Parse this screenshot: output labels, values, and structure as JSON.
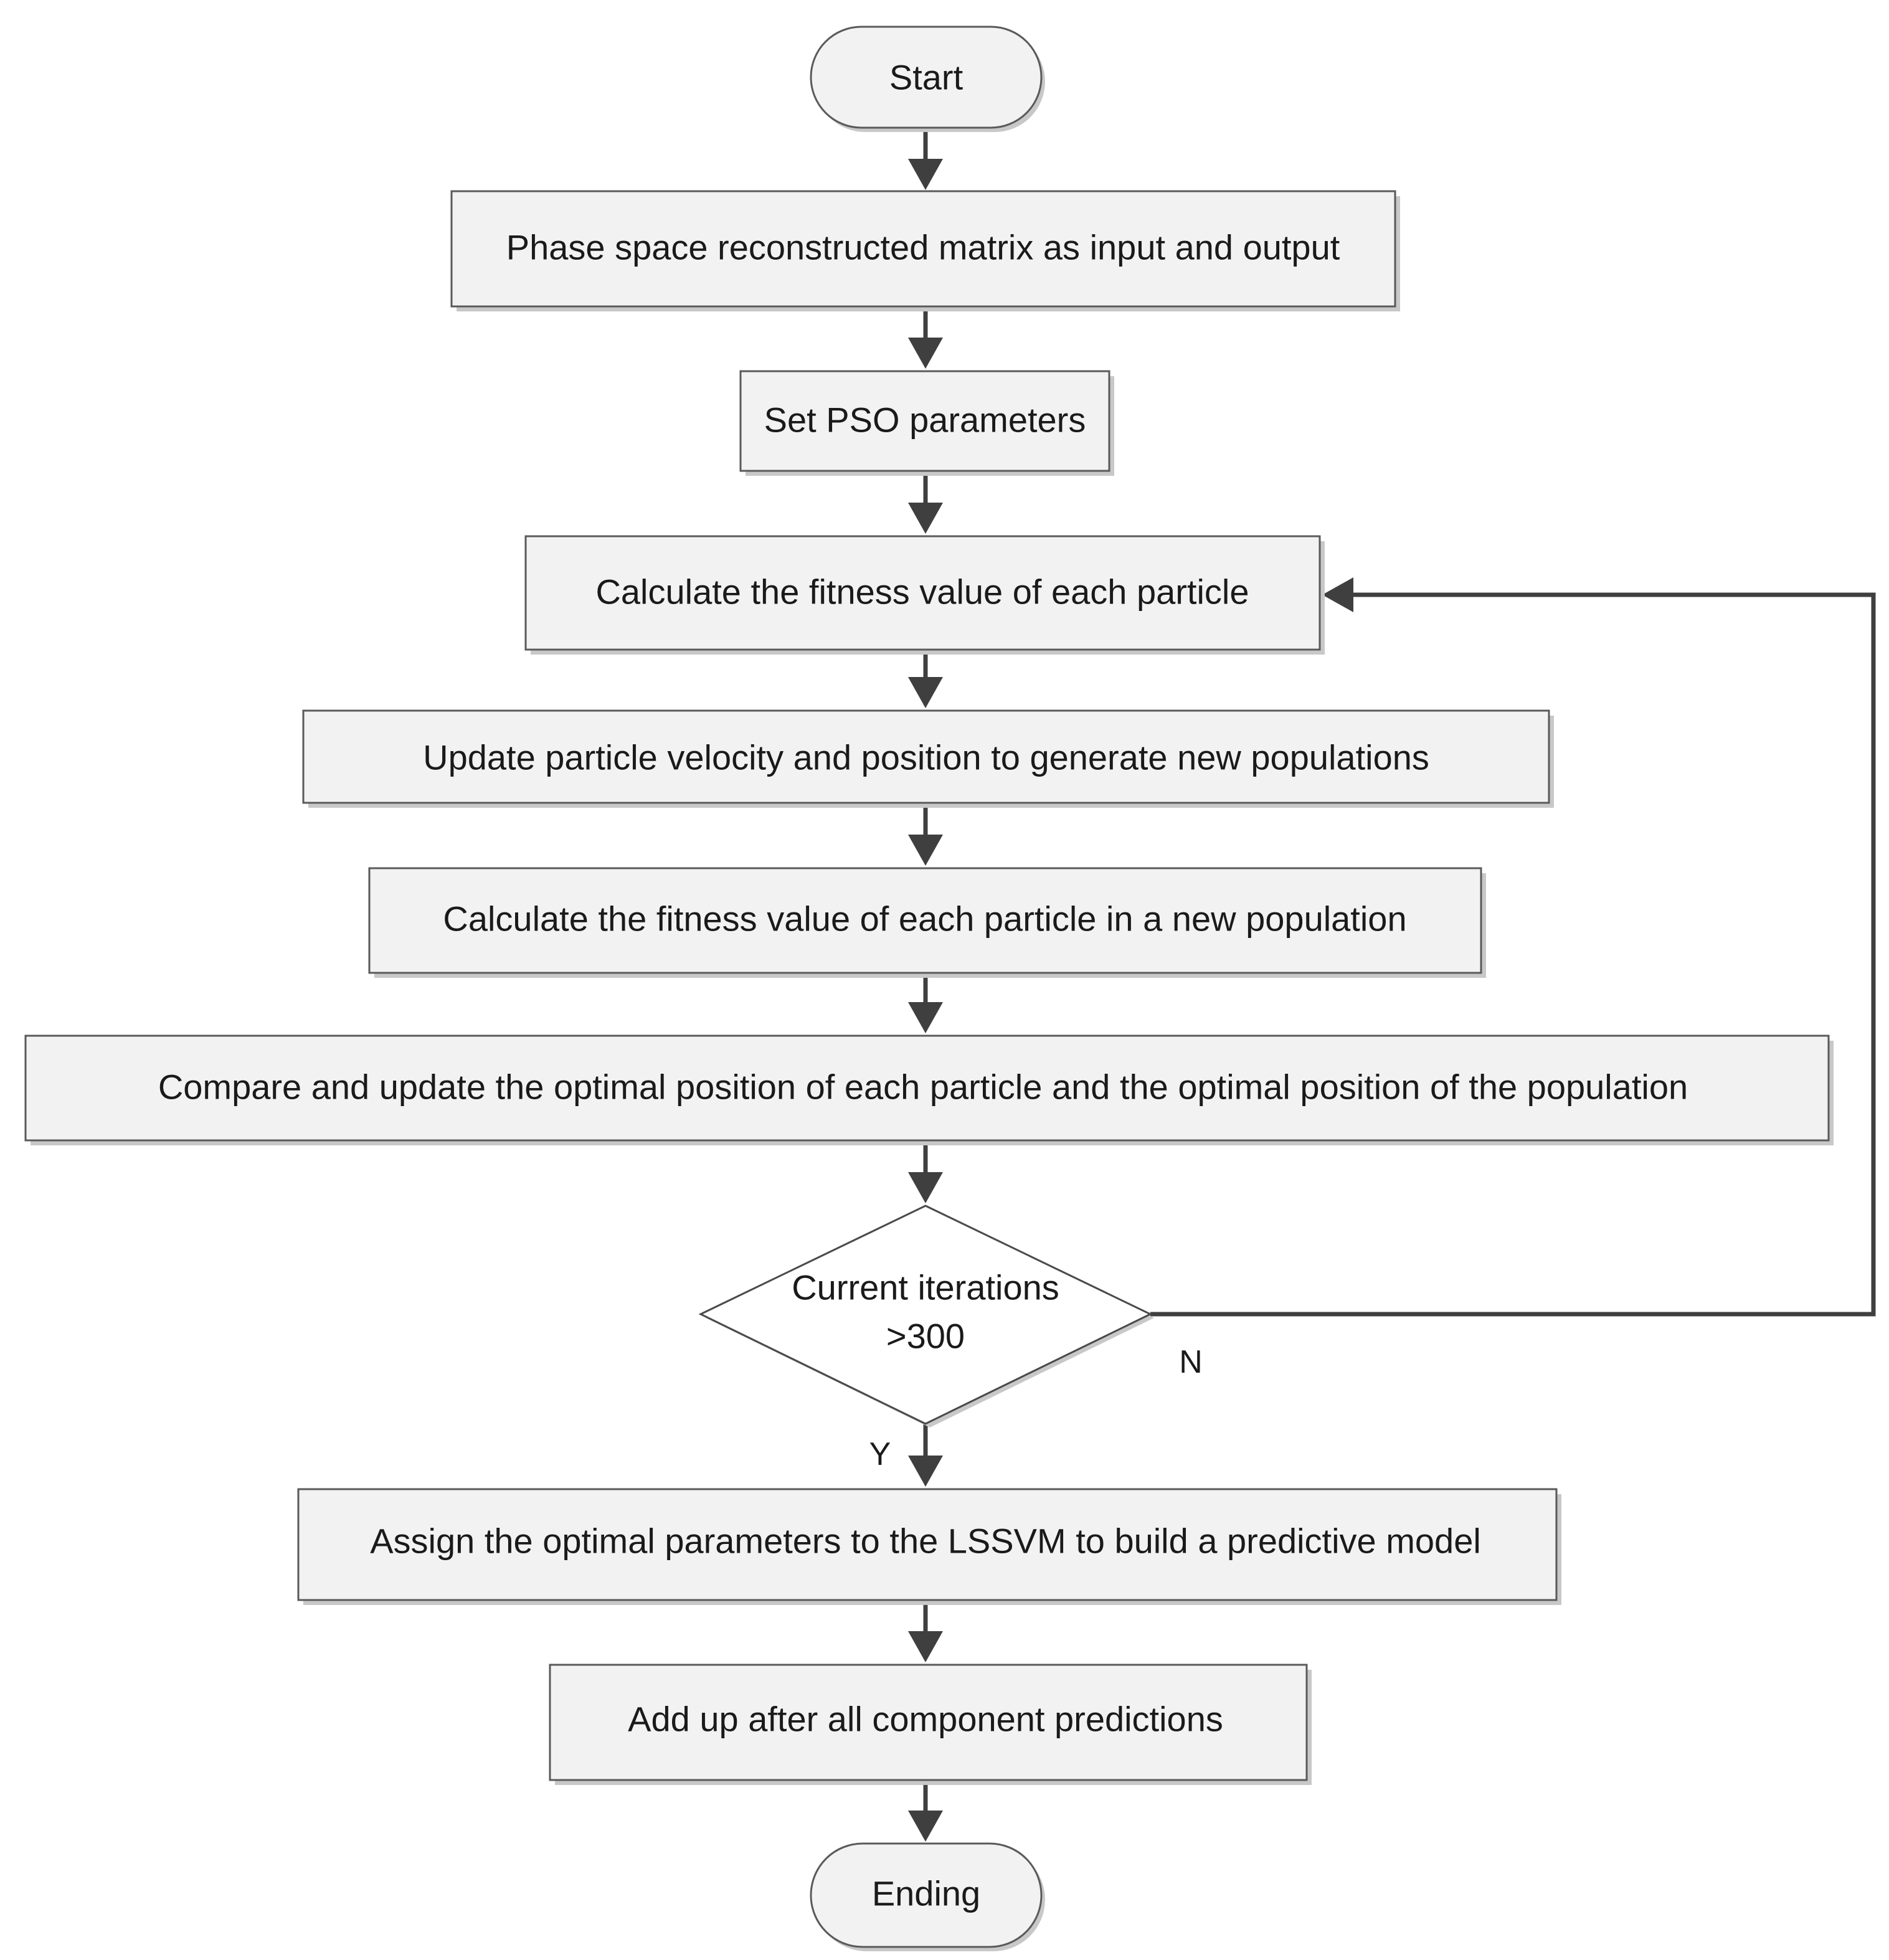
{
  "flowchart": {
    "start_label": "Start",
    "steps": [
      "Phase space reconstructed matrix as input and output",
      "Set PSO parameters",
      "Calculate the fitness value of each particle",
      "Update particle velocity and position to generate new populations",
      "Calculate the fitness value of each particle in a new population",
      "Compare and update the optimal position of each particle and the optimal position of the population"
    ],
    "decision": {
      "line1": "Current iterations",
      "line2": ">300",
      "no_label": "N",
      "yes_label": "Y"
    },
    "after_steps": [
      "Assign the optimal parameters to the LSSVM to build a predictive model",
      "Add up after all component predictions"
    ],
    "end_label": "Ending",
    "colors": {
      "box_fill": "#f2f2f2",
      "box_stroke": "#5a5a5a",
      "arrow": "#3f3f3f",
      "text": "#1a1a1a"
    }
  }
}
